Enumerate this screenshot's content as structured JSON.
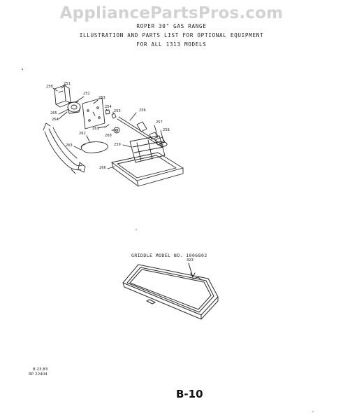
{
  "watermark": "AppliancePartsPros.com",
  "header": {
    "line1": "ROPER 30\" GAS RANGE",
    "line2": "ILLUSTRATION AND PARTS LIST FOR OPTIONAL EQUIPMENT",
    "line3": "FOR ALL 1313 MODELS"
  },
  "rotisserie_parts": {
    "p250": "250",
    "p251": "251",
    "p252": "252",
    "p253": "253",
    "p254": "254",
    "p255": "255",
    "p256": "256",
    "p257": "257",
    "p258": "258",
    "p259": "259",
    "p260": "260",
    "p261": "261",
    "p262": "262",
    "p263": "263",
    "p264": "264",
    "p265": "265",
    "p266": "266"
  },
  "griddle": {
    "title": "GRIDDLE MODEL NO. 1006802",
    "part": "323"
  },
  "footer": {
    "date": "8.23.83",
    "rp": "RP 22404",
    "page": "B-10"
  }
}
